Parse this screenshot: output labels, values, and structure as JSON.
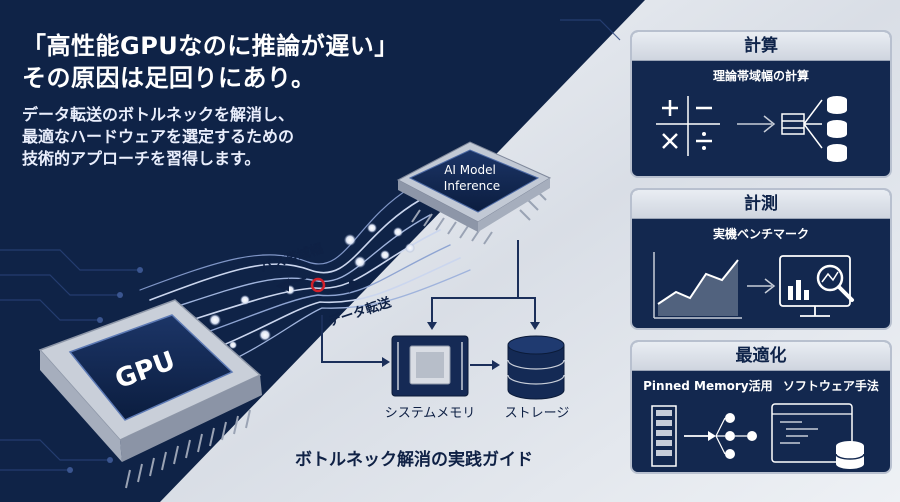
{
  "headline": {
    "line1": "「高性能GPUなのに推論が遅い」",
    "line2": "その原因は足回りにあり。"
  },
  "subtext": {
    "line1": "データ転送のボトルネックを解消し、",
    "line2": "最適なハードウェアを選定するための",
    "line3": "技術的アプローチを習得します。"
  },
  "diagram": {
    "gpu_label": "GPU",
    "ai_chip_line1": "AI Model",
    "ai_chip_line2": "Inference",
    "bandwidth_label": "バス帯域幅",
    "transfer_label": "データ転送",
    "memory_label": "システムメモリ",
    "storage_label": "ストレージ"
  },
  "panels": [
    {
      "title": "計算",
      "subtitle": "理論帯域幅の計算"
    },
    {
      "title": "計測",
      "subtitle": "実機ベンチマーク"
    },
    {
      "title": "最適化",
      "subtitle_left": "Pinned Memory活用",
      "subtitle_right": "ソフトウェア手法"
    }
  ],
  "caption": "ボトルネック解消の実践ガイド",
  "colors": {
    "navy": "#0f2347",
    "silver": "#e6eaf0",
    "accent_red": "#d0202a"
  }
}
